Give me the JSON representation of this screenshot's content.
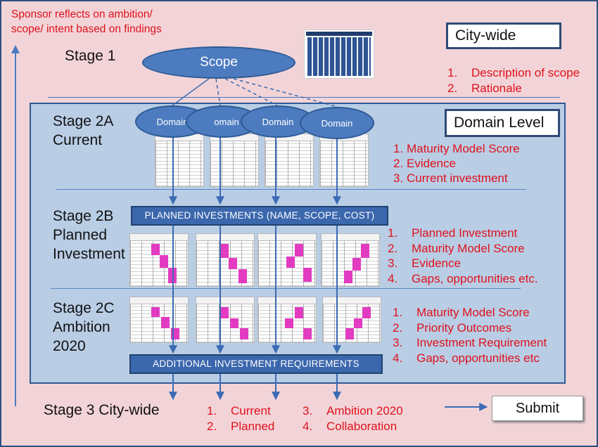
{
  "sponsor_note": [
    "Sponsor reflects on ambition/",
    "scope/ intent based on findings"
  ],
  "stages": {
    "stage1": "Stage 1",
    "stage2a": [
      "Stage 2A",
      "Current"
    ],
    "stage2b": [
      "Stage 2B",
      "Planned",
      "Investment"
    ],
    "stage2c": [
      "Stage 2C",
      "Ambition",
      "2020"
    ],
    "stage3": "Stage 3 City-wide"
  },
  "scope_label": "Scope",
  "domain_label": "Domain",
  "domain_partial_label": "omain",
  "citywide": {
    "title": "City-wide",
    "items": [
      {
        "num": "1.",
        "text": "Description of scope"
      },
      {
        "num": "2.",
        "text": "Rationale"
      }
    ]
  },
  "domain_level": {
    "title": "Domain Level",
    "items": [
      {
        "num": "1.",
        "text": "Maturity Model Score"
      },
      {
        "num": "2.",
        "text": "Evidence"
      },
      {
        "num": "3.",
        "text": "Current investment"
      }
    ]
  },
  "planned_bar": "PLANNED INVESTMENTS (NAME, SCOPE, COST)",
  "planned_items": [
    {
      "num": "1.",
      "text": "Planned Investment"
    },
    {
      "num": "2.",
      "text": "Maturity Model Score"
    },
    {
      "num": "3.",
      "text": "Evidence"
    },
    {
      "num": "4.",
      "text": "Gaps, opportunities etc."
    }
  ],
  "additional_bar": "ADDITIONAL INVESTMENT REQUIREMENTS",
  "ambition_items": [
    {
      "num": "1.",
      "text": "Maturity Model Score"
    },
    {
      "num": "2.",
      "text": "Priority Outcomes"
    },
    {
      "num": "3.",
      "text": "Investment Requirement"
    },
    {
      "num": "4.",
      "text": "Gaps, opportunities etc"
    }
  ],
  "stage3_items_left": [
    {
      "num": "1.",
      "text": "Current"
    },
    {
      "num": "2.",
      "text": "Planned"
    }
  ],
  "stage3_items_right": [
    {
      "num": "3.",
      "text": "Ambition 2020"
    },
    {
      "num": "4.",
      "text": "Collaboration"
    }
  ],
  "submit_label": "Submit",
  "colors": {
    "background": "#f2d4d8",
    "panel": "#b9cde5",
    "accent_blue": "#4c7bbf",
    "red_text": "#e0111c",
    "magenta": "#e23bc1"
  }
}
